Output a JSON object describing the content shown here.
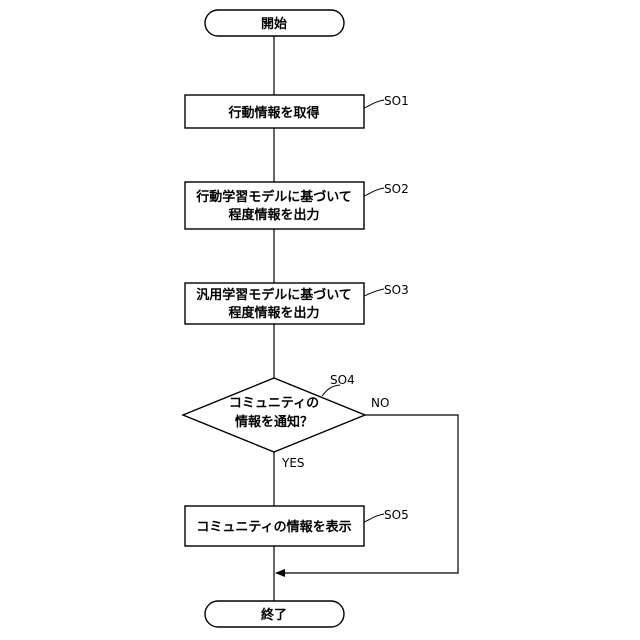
{
  "diagram": {
    "start": {
      "label": "開始"
    },
    "end": {
      "label": "終了"
    },
    "steps": [
      {
        "id": "SO1",
        "lines": [
          "行動情報を取得"
        ]
      },
      {
        "id": "SO2",
        "lines": [
          "行動学習モデルに基づいて",
          "程度情報を出力"
        ]
      },
      {
        "id": "SO3",
        "lines": [
          "汎用学習モデルに基づいて",
          "程度情報を出力"
        ]
      },
      {
        "id": "SO5",
        "lines": [
          "コミュニティの情報を表示"
        ]
      }
    ],
    "decision": {
      "id": "SO4",
      "lines": [
        "コミュニティの",
        "情報を通知？"
      ],
      "yes_label": "YES",
      "no_label": "NO"
    },
    "colors": {
      "stroke": "#000000",
      "background": "#ffffff"
    }
  }
}
